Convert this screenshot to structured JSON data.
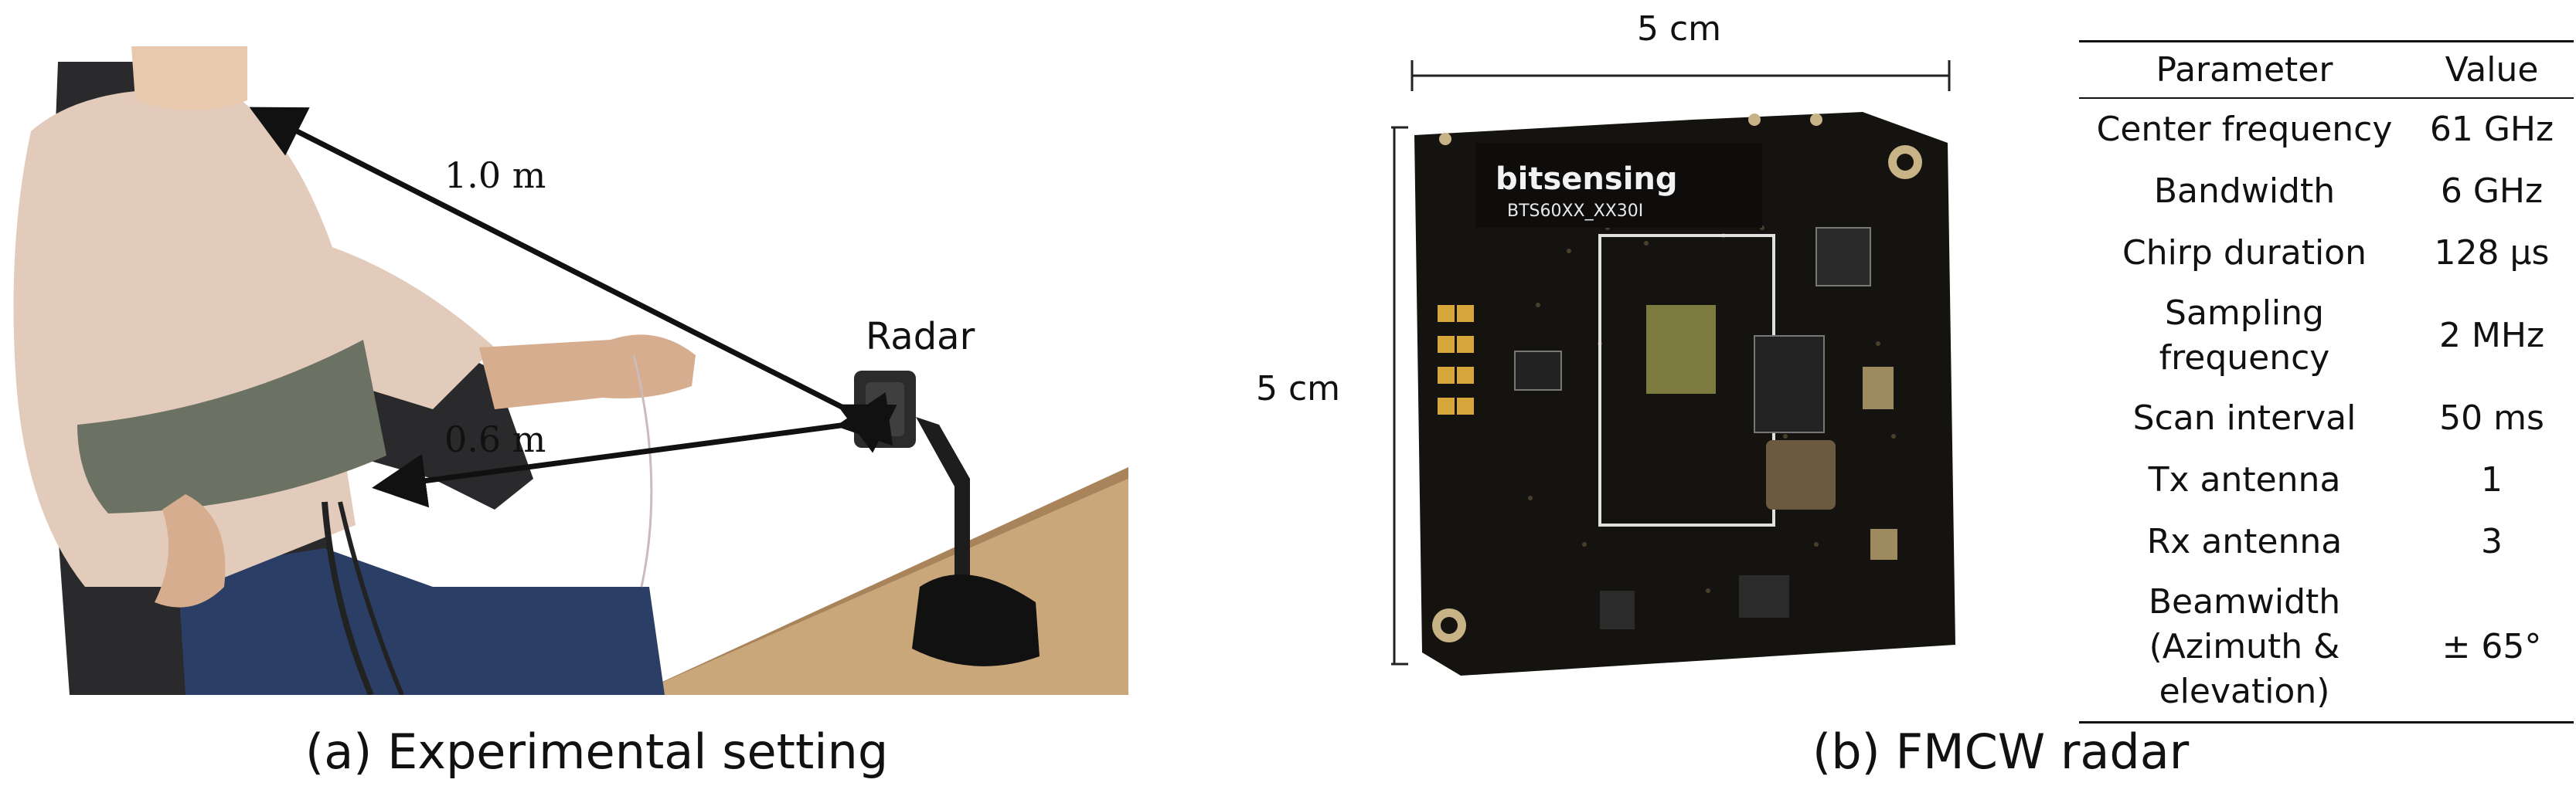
{
  "panel_a": {
    "distance_far": "1.0 m",
    "distance_near": "0.6 m",
    "device_label": "Radar",
    "caption": "(a) Experimental setting"
  },
  "panel_b": {
    "width_dimension": "5 cm",
    "height_dimension": "5 cm",
    "board_brand": "bitsensing",
    "board_model": "BTS60XX_XX30I",
    "caption": "(b) FMCW radar",
    "table": {
      "headers": [
        "Parameter",
        "Value"
      ],
      "rows": [
        {
          "parameter": "Center frequency",
          "value": "61 GHz"
        },
        {
          "parameter": "Bandwidth",
          "value": "6 GHz"
        },
        {
          "parameter": "Chirp duration",
          "value": "128 µs"
        },
        {
          "parameter": "Sampling frequency",
          "value": "2 MHz"
        },
        {
          "parameter": "Scan interval",
          "value": "50 ms"
        },
        {
          "parameter": "Tx antenna",
          "value": "1"
        },
        {
          "parameter": "Rx antenna",
          "value": "3"
        },
        {
          "parameter": "Beamwidth (Azimuth & elevation)",
          "value": "± 65°"
        }
      ]
    }
  }
}
